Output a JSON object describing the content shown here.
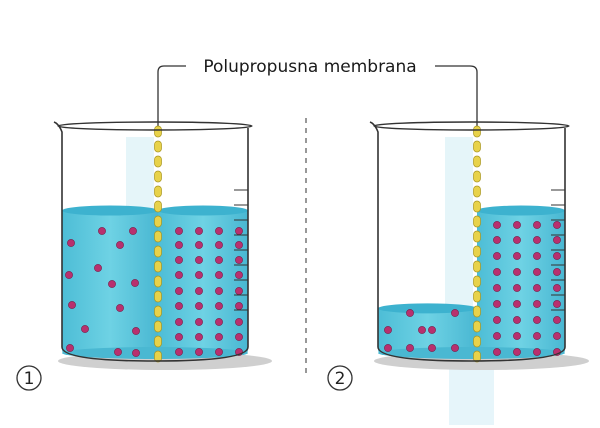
{
  "diagram": {
    "membrane_label": "Polupropusna membrana",
    "beakers": [
      {
        "number": "1",
        "left_level": 0.62,
        "right_level": 0.62
      },
      {
        "number": "2",
        "left_level": 0.2,
        "right_level": 0.62
      }
    ],
    "colors": {
      "water": "#5fc8dc",
      "water_surface": "#3db2cf",
      "particle": "#b8306e",
      "particle_stroke": "#7a1a45",
      "membrane": "#e8d24a",
      "glass_outline": "#333333",
      "shadow": "#cfcfcf",
      "divider": "#777777"
    }
  }
}
